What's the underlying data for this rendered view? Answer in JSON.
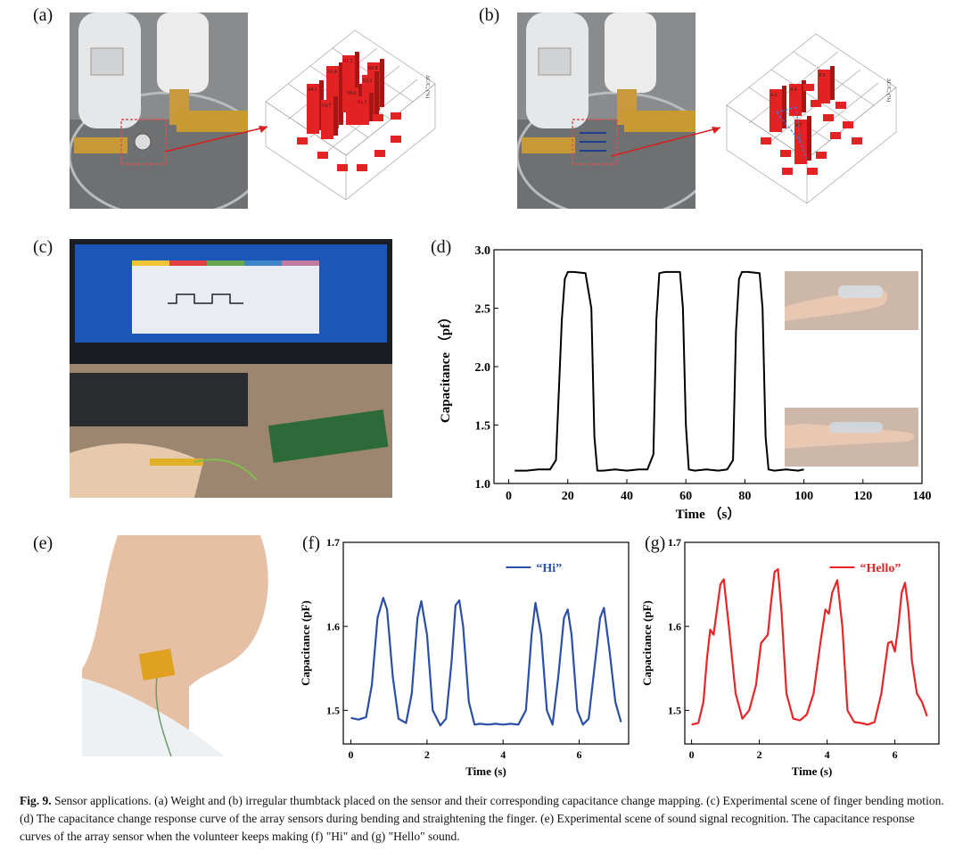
{
  "panels": {
    "a": "(a)",
    "b": "(b)",
    "c": "(c)",
    "d": "(d)",
    "e": "(e)",
    "f": "(f)",
    "g": "(g)"
  },
  "bar3d": {
    "a": {
      "axis_label": "ΔC/C₀ (%)",
      "values": [
        "44.3",
        "51.4",
        "54.7",
        "61.2",
        "58.6",
        "60.8",
        "62.3",
        "61.1"
      ]
    },
    "b": {
      "axis_label": "ΔC/C₀ (%)",
      "values": [
        "4.3",
        "4.4",
        "4.7",
        "4.5"
      ]
    }
  },
  "photo_c": {
    "bar_colors": [
      "#f1c232",
      "#e04040",
      "#6aa84f",
      "#3d85c6",
      "#c27ba0"
    ]
  },
  "chart_data": [
    {
      "id": "d",
      "type": "line",
      "xlabel": "Time  （s）",
      "ylabel": "Capacitance  （pf）",
      "xlim": [
        -5,
        140
      ],
      "ylim": [
        1.0,
        3.0
      ],
      "xticks": [
        0,
        20,
        40,
        60,
        80,
        100,
        120,
        140
      ],
      "yticks": [
        1.0,
        1.5,
        2.0,
        2.5,
        3.0
      ],
      "color": "#000000",
      "x": [
        2,
        6,
        10,
        14,
        16,
        18,
        19,
        20,
        22,
        26,
        28,
        29,
        30,
        32,
        36,
        40,
        44,
        47,
        49,
        50,
        51,
        53,
        58,
        59,
        60,
        61,
        63,
        67,
        71,
        74,
        76,
        77,
        78,
        79,
        81,
        85,
        86,
        87,
        88,
        90,
        94,
        98,
        100
      ],
      "y": [
        1.11,
        1.11,
        1.12,
        1.12,
        1.2,
        2.4,
        2.75,
        2.81,
        2.81,
        2.8,
        2.5,
        1.4,
        1.11,
        1.11,
        1.12,
        1.11,
        1.12,
        1.12,
        1.25,
        2.4,
        2.8,
        2.81,
        2.81,
        2.5,
        1.5,
        1.12,
        1.11,
        1.12,
        1.11,
        1.12,
        1.2,
        2.3,
        2.75,
        2.81,
        2.81,
        2.8,
        2.5,
        1.4,
        1.12,
        1.11,
        1.12,
        1.11,
        1.12
      ]
    },
    {
      "id": "f",
      "type": "line",
      "xlabel": "Time (s)",
      "ylabel": "Capacitance (pF)",
      "xlim": [
        -0.2,
        7.3
      ],
      "ylim": [
        1.46,
        1.7
      ],
      "xticks": [
        0,
        2,
        4,
        6
      ],
      "yticks": [
        1.5,
        1.6,
        1.7
      ],
      "color": "#2b4fa8",
      "series_name": "“Hi”",
      "x": [
        0.0,
        0.2,
        0.4,
        0.55,
        0.7,
        0.85,
        0.95,
        1.1,
        1.25,
        1.45,
        1.6,
        1.75,
        1.85,
        2.0,
        2.15,
        2.35,
        2.5,
        2.65,
        2.75,
        2.85,
        2.95,
        3.1,
        3.25,
        3.4,
        3.6,
        3.8,
        4.0,
        4.2,
        4.4,
        4.6,
        4.75,
        4.85,
        5.0,
        5.15,
        5.3,
        5.45,
        5.6,
        5.7,
        5.8,
        5.95,
        6.1,
        6.25,
        6.4,
        6.55,
        6.65,
        6.8,
        6.95,
        7.1
      ],
      "y": [
        1.491,
        1.489,
        1.492,
        1.53,
        1.61,
        1.634,
        1.62,
        1.54,
        1.49,
        1.485,
        1.52,
        1.61,
        1.63,
        1.59,
        1.5,
        1.482,
        1.49,
        1.56,
        1.625,
        1.631,
        1.6,
        1.51,
        1.483,
        1.484,
        1.483,
        1.484,
        1.483,
        1.484,
        1.483,
        1.5,
        1.59,
        1.628,
        1.59,
        1.5,
        1.483,
        1.54,
        1.61,
        1.62,
        1.59,
        1.5,
        1.483,
        1.49,
        1.55,
        1.61,
        1.622,
        1.57,
        1.51,
        1.486
      ]
    },
    {
      "id": "g",
      "type": "line",
      "xlabel": "Time (s)",
      "ylabel": "Capacitance (pF)",
      "xlim": [
        -0.2,
        7.3
      ],
      "ylim": [
        1.46,
        1.7
      ],
      "xticks": [
        0,
        2,
        4,
        6
      ],
      "yticks": [
        1.5,
        1.6,
        1.7
      ],
      "color": "#e8262a",
      "series_name": "“Hello”",
      "x": [
        0.0,
        0.2,
        0.35,
        0.45,
        0.55,
        0.65,
        0.75,
        0.85,
        0.95,
        1.1,
        1.3,
        1.5,
        1.7,
        1.9,
        2.05,
        2.15,
        2.25,
        2.35,
        2.45,
        2.55,
        2.65,
        2.8,
        3.0,
        3.2,
        3.4,
        3.6,
        3.8,
        3.95,
        4.05,
        4.15,
        4.3,
        4.45,
        4.6,
        4.8,
        5.0,
        5.2,
        5.4,
        5.6,
        5.8,
        5.9,
        6.0,
        6.1,
        6.2,
        6.3,
        6.4,
        6.5,
        6.65,
        6.8,
        6.95
      ],
      "y": [
        1.483,
        1.485,
        1.51,
        1.56,
        1.596,
        1.59,
        1.62,
        1.65,
        1.656,
        1.6,
        1.52,
        1.49,
        1.5,
        1.53,
        1.58,
        1.585,
        1.59,
        1.63,
        1.665,
        1.668,
        1.62,
        1.52,
        1.49,
        1.488,
        1.495,
        1.52,
        1.58,
        1.62,
        1.615,
        1.64,
        1.655,
        1.6,
        1.5,
        1.486,
        1.485,
        1.483,
        1.486,
        1.52,
        1.58,
        1.582,
        1.57,
        1.6,
        1.64,
        1.652,
        1.62,
        1.56,
        1.52,
        1.51,
        1.493
      ]
    }
  ],
  "caption": {
    "fig": "Fig. 9.",
    "text": " Sensor applications. (a) Weight and (b) irregular thumbtack placed on the sensor and their corresponding capacitance change mapping. (c) Experimental scene of finger bending motion. (d) The capacitance change response curve of the array sensors during bending and straightening the finger. (e) Experimental scene of sound signal recognition. The capacitance response curves of the array sensor when the volunteer keeps making (f) \"Hi\" and (g) \"Hello\" sound."
  }
}
